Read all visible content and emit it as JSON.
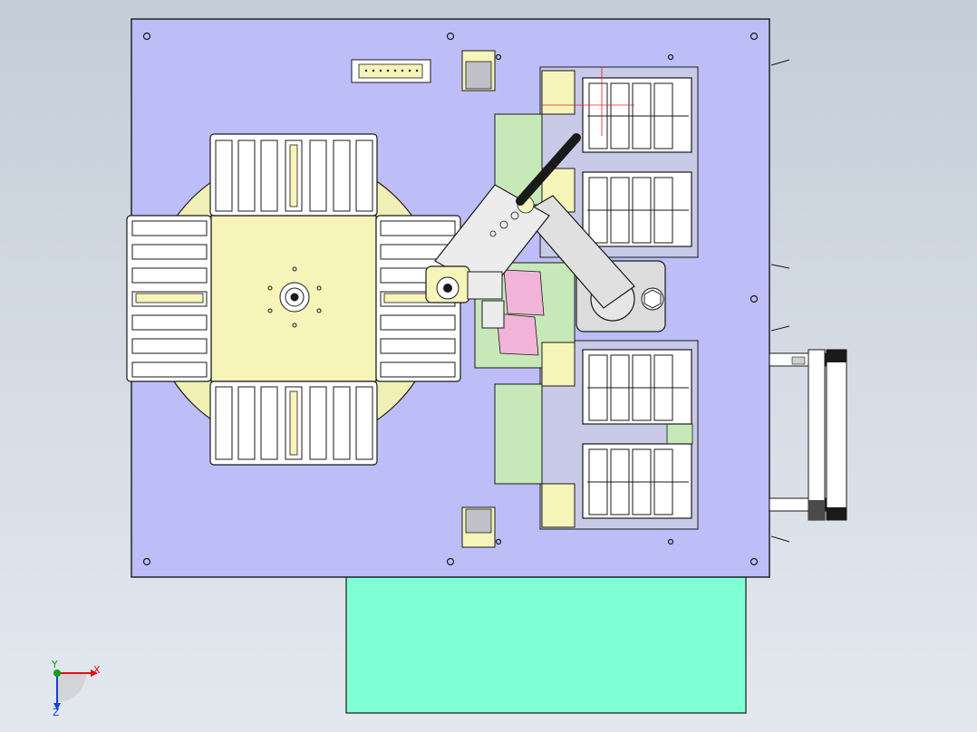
{
  "viewport": {
    "description_colors": {
      "background_top": "#c4cdd8",
      "background_bottom": "#e3e8ee",
      "base_plate": "#bdbdf7",
      "turntable_disc": "#f1f0b4",
      "fixture_yellow": "#f6f4b8",
      "pallet_white": "#ffffff",
      "cabinet": "#7fffd4",
      "green_bracket": "#c7e8b8",
      "robot_gray": "#dcdcdc",
      "outline": "#1a1a1a",
      "accent_pink": "#f2b3d9"
    }
  },
  "triad": {
    "x_label": "X",
    "y_label": "Y",
    "z_label": "Z",
    "x_color": "#e01010",
    "y_color": "#10a010",
    "z_color": "#1040e0"
  },
  "icons": {
    "triad": "coordinate-triad-icon"
  }
}
